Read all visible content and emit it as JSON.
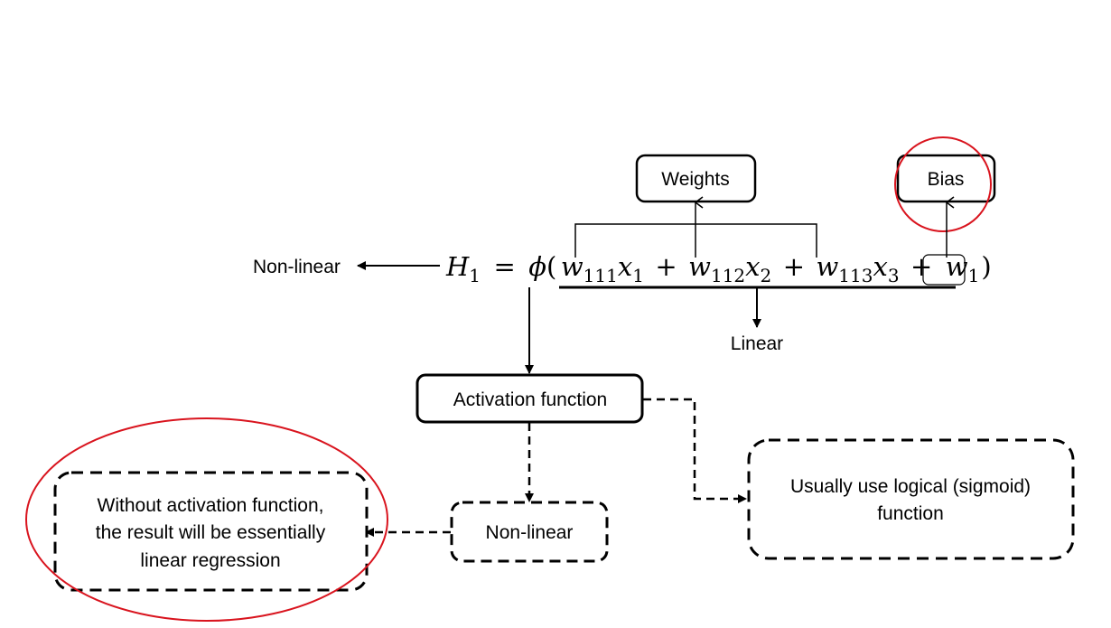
{
  "diagram": {
    "equation": {
      "lhs": "H",
      "lhs_sub": "1",
      "equals": "=",
      "phi": "ϕ",
      "open_paren": "(",
      "close_paren": ")",
      "plus": "+",
      "terms": [
        {
          "w": "w",
          "w_sub": "111",
          "x": "x",
          "x_sub": "1"
        },
        {
          "w": "w",
          "w_sub": "112",
          "x": "x",
          "x_sub": "2"
        },
        {
          "w": "w",
          "w_sub": "113",
          "x": "x",
          "x_sub": "3"
        }
      ],
      "bias_term": {
        "w": "w",
        "w_sub": "1"
      }
    },
    "nodes": {
      "weights": "Weights",
      "bias": "Bias",
      "non_linear_left": "Non-linear",
      "linear": "Linear",
      "activation": "Activation function",
      "non_linear_box": "Non-linear",
      "sigmoid": [
        "Usually use logical (sigmoid)",
        "function"
      ],
      "without": [
        "Without activation function,",
        "the result will be essentially",
        "linear regression"
      ]
    },
    "colors": {
      "line": "#000000",
      "highlight": "#d9141e"
    }
  }
}
